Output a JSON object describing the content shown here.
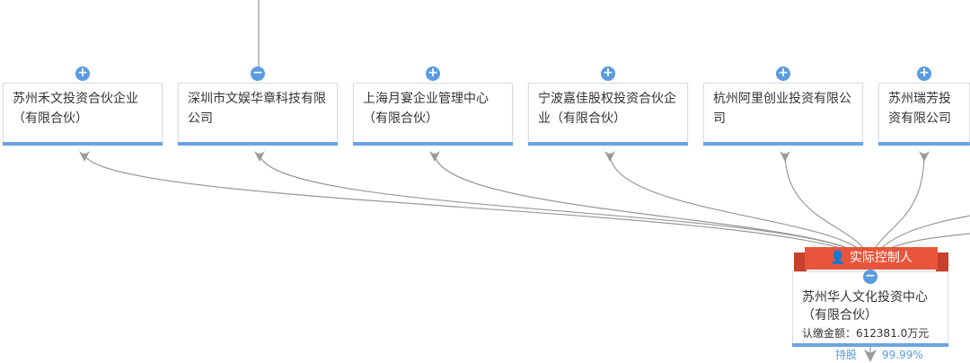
{
  "shareholders": [
    {
      "name": "苏州禾文投资合伙企业（有限合伙）",
      "toggle": "+"
    },
    {
      "name": "深圳市文娱华章科技有限公司",
      "toggle": "−"
    },
    {
      "name": "上海月宴企业管理中心（有限合伙）",
      "toggle": "+"
    },
    {
      "name": "宁波嘉佳股权投资合伙企业（有限合伙）",
      "toggle": "+"
    },
    {
      "name": "杭州阿里创业投资有限公司",
      "toggle": "+"
    },
    {
      "name": "苏州瑞芳投资有限公司",
      "toggle": "+"
    }
  ],
  "controller": {
    "badge": "实际控制人",
    "toggle": "−",
    "name": "苏州华人文化投资中心（有限合伙）",
    "amount_label": "认缴金额：",
    "amount": "612381.0万元"
  },
  "holding": {
    "label": "持股",
    "percent": "99.99%"
  },
  "colors": {
    "accent": "#5b9be0",
    "badge": "#e8553c"
  }
}
